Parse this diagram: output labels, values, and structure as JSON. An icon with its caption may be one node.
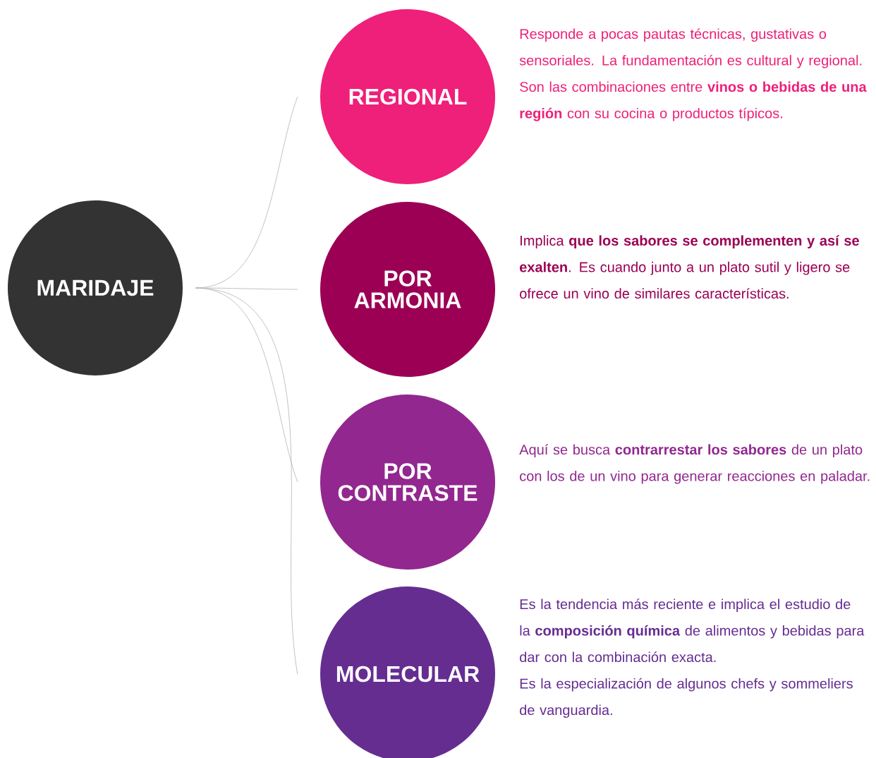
{
  "diagram": {
    "nodes": [
      {
        "text": [
          "MARIDAJE"
        ]
      },
      {
        "text": [
          "REGIONAL"
        ],
        "beside": [
          "Responde a pocas pautas técnicas, gustativas o sensoriales. La fundamentación es cultural y regional. Son las combinaciones entre **vinos o bebidas de una región** con su cocina o productos típicos."
        ]
      },
      {
        "text": [
          "POR ARMONIA"
        ],
        "beside": [
          "Implica **que los sabores se complementen y así se exalten**. Es cuando junto a un plato sutil y ligero se ofrece un vino de similares características."
        ]
      },
      {
        "text": [
          "POR CONTRASTE"
        ],
        "beside": [
          "Aquí se busca **contrarrestar los sabores** de un plato con los de un vino para generar reacciones en paladar."
        ]
      },
      {
        "text": [
          "MOLECULAR"
        ],
        "beside": [
          "Es la tendencia más reciente e implica el estudio de la **composición química** de alimentos y bebidas para dar con la combinación exacta.",
          "Es la especialización de algunos chefs y sommeliers de vanguardia."
        ]
      }
    ],
    "edges": [
      {
        "from": 0,
        "to": 1,
        "arrow": "none"
      },
      {
        "from": 0,
        "to": 2,
        "arrow": "none"
      },
      {
        "from": 0,
        "to": 3,
        "arrow": "none"
      },
      {
        "from": 0,
        "to": 4,
        "arrow": "none"
      }
    ]
  }
}
